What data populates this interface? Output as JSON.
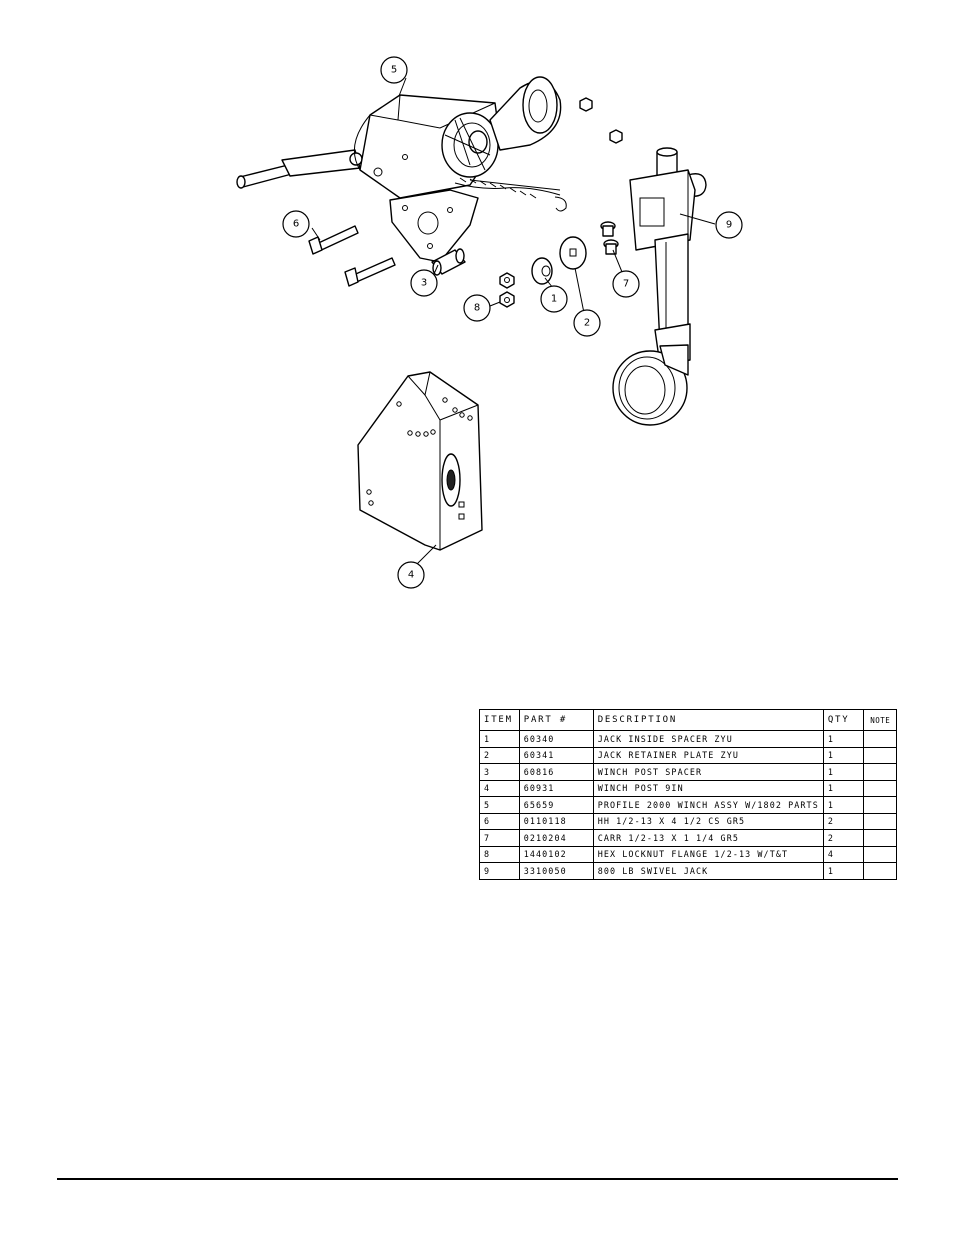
{
  "callouts": [
    {
      "number": "5"
    },
    {
      "number": "6"
    },
    {
      "number": "3"
    },
    {
      "number": "8"
    },
    {
      "number": "1"
    },
    {
      "number": "2"
    },
    {
      "number": "7"
    },
    {
      "number": "9"
    },
    {
      "number": "4"
    }
  ],
  "parts_table": {
    "headers": {
      "item": "ITEM",
      "part_no": "PART #",
      "description": "DESCRIPTION",
      "qty": "QTY",
      "note": "NOTE"
    },
    "rows": [
      {
        "item": "1",
        "part_no": "60340",
        "description": "JACK INSIDE SPACER ZYU",
        "qty": "1",
        "note": ""
      },
      {
        "item": "2",
        "part_no": "60341",
        "description": "JACK RETAINER PLATE ZYU",
        "qty": "1",
        "note": ""
      },
      {
        "item": "3",
        "part_no": "60816",
        "description": "WINCH POST SPACER",
        "qty": "1",
        "note": ""
      },
      {
        "item": "4",
        "part_no": "60931",
        "description": "WINCH POST 9IN",
        "qty": "1",
        "note": ""
      },
      {
        "item": "5",
        "part_no": "65659",
        "description": "PROFILE 2000 WINCH ASSY W/1802 PARTS",
        "qty": "1",
        "note": ""
      },
      {
        "item": "6",
        "part_no": "0110118",
        "description": "HH 1/2-13 X 4 1/2 CS GR5",
        "qty": "2",
        "note": ""
      },
      {
        "item": "7",
        "part_no": "0210204",
        "description": "CARR 1/2-13 X 1 1/4 GR5",
        "qty": "2",
        "note": ""
      },
      {
        "item": "8",
        "part_no": "1440102",
        "description": "HEX LOCKNUT FLANGE 1/2-13 W/T&T",
        "qty": "4",
        "note": ""
      },
      {
        "item": "9",
        "part_no": "3310050",
        "description": "800 LB SWIVEL JACK",
        "qty": "1",
        "note": ""
      }
    ]
  }
}
